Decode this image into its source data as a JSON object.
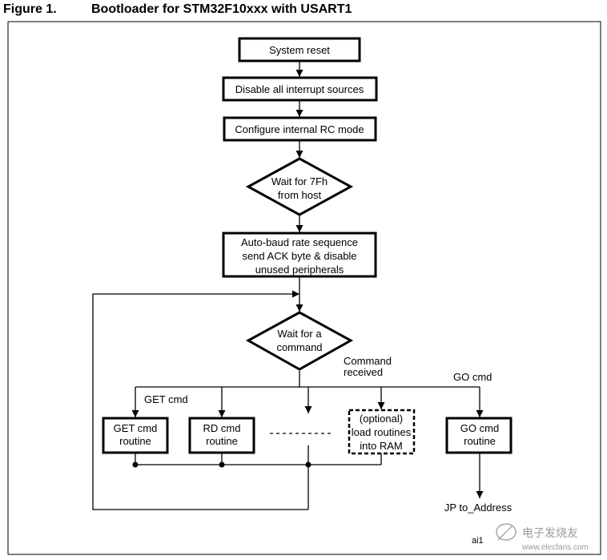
{
  "figure": {
    "number": "Figure 1.",
    "title": "Bootloader for STM32F10xxx with USART1"
  },
  "nodes": {
    "system_reset": "System reset",
    "disable_interrupts": "Disable all interrupt sources",
    "configure_rc": "Configure internal RC mode",
    "wait_7fh": [
      "Wait for 7Fh",
      "from host"
    ],
    "autobaud": [
      "Auto-baud rate sequence",
      "send ACK byte & disable",
      "unused peripherals"
    ],
    "wait_command": [
      "Wait for a",
      "command"
    ],
    "get_routine": [
      "GET cmd",
      "routine"
    ],
    "rd_routine": [
      "RD cmd",
      "routine"
    ],
    "optional_routine": [
      "(optional)",
      "load routines",
      "into RAM"
    ],
    "go_routine": [
      "GO cmd",
      "routine"
    ],
    "jump": "JP to_Address"
  },
  "labels": {
    "command_received": [
      "Command",
      "received"
    ],
    "get_cmd": "GET cmd",
    "go_cmd": "GO cmd"
  },
  "footer": {
    "figure_id": "ai1",
    "watermark": "电子发烧友",
    "watermark_url": "www.elecfans.com"
  }
}
